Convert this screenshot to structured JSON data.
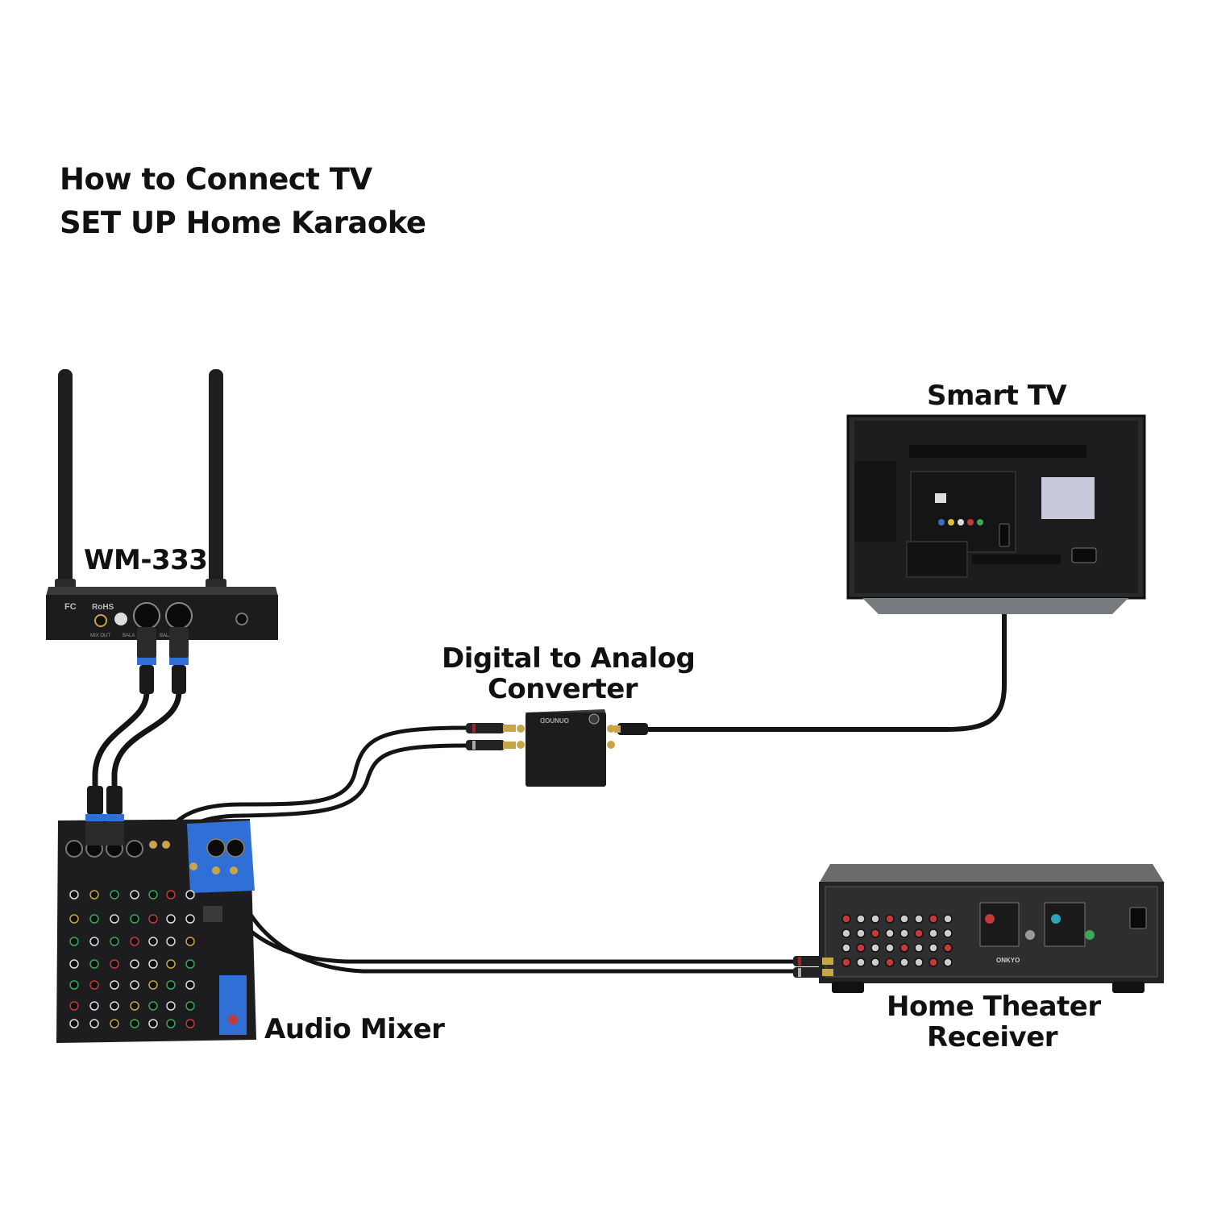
{
  "title": {
    "line1": "How to Connect TV",
    "line2": "SET UP Home Karaoke"
  },
  "devices": {
    "receiver": {
      "label": "WM-333",
      "panel_text": [
        "FC",
        "RoHS",
        "MIX OUT",
        "BALA",
        "BALA"
      ]
    },
    "tv": {
      "label": "Smart TV"
    },
    "converter": {
      "label_line1": "Digital to Analog",
      "label_line2": "Converter",
      "brand_text": "ᗡOUNUO"
    },
    "mixer": {
      "label": "Audio Mixer"
    },
    "home_theater": {
      "label_line1": "Home Theater",
      "label_line2": "Receiver",
      "brand_text": "ONKYO"
    }
  },
  "colors": {
    "device_body": "#1c1c1e",
    "cable": "#141414",
    "accent_blue": "#2f6fd6",
    "gold": "#c9a54a",
    "tv_screen_port": "#c9c9dd"
  },
  "connections": [
    {
      "from": "WM-333",
      "to": "Audio Mixer",
      "type": "XLR"
    },
    {
      "from": "Smart TV",
      "to": "Digital to Analog Converter",
      "type": "Optical"
    },
    {
      "from": "Digital to Analog Converter",
      "to": "Audio Mixer",
      "type": "RCA"
    },
    {
      "from": "Audio Mixer",
      "to": "Home Theater Receiver",
      "type": "RCA"
    }
  ]
}
